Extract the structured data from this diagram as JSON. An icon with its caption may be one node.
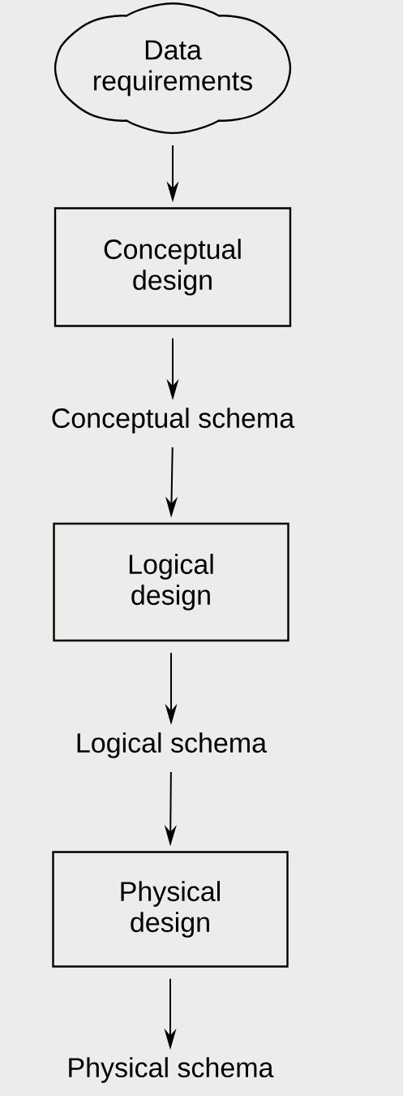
{
  "diagram": {
    "nodes": [
      {
        "text": [
          "Data requirements"
        ]
      },
      {
        "text": [
          "Conceptual design"
        ]
      },
      {
        "text": [
          "Conceptual schema"
        ]
      },
      {
        "text": [
          "Logical design"
        ]
      },
      {
        "text": [
          "Logical schema"
        ]
      },
      {
        "text": [
          "Physical design"
        ]
      },
      {
        "text": [
          "Physical schema"
        ]
      }
    ],
    "edges": [
      {
        "from": 0,
        "to": 1,
        "arrow": "to"
      },
      {
        "from": 1,
        "to": 2,
        "arrow": "to"
      },
      {
        "from": 2,
        "to": 3,
        "arrow": "to"
      },
      {
        "from": 3,
        "to": 4,
        "arrow": "to"
      },
      {
        "from": 4,
        "to": 5,
        "arrow": "to"
      },
      {
        "from": 5,
        "to": 6,
        "arrow": "to"
      }
    ]
  }
}
